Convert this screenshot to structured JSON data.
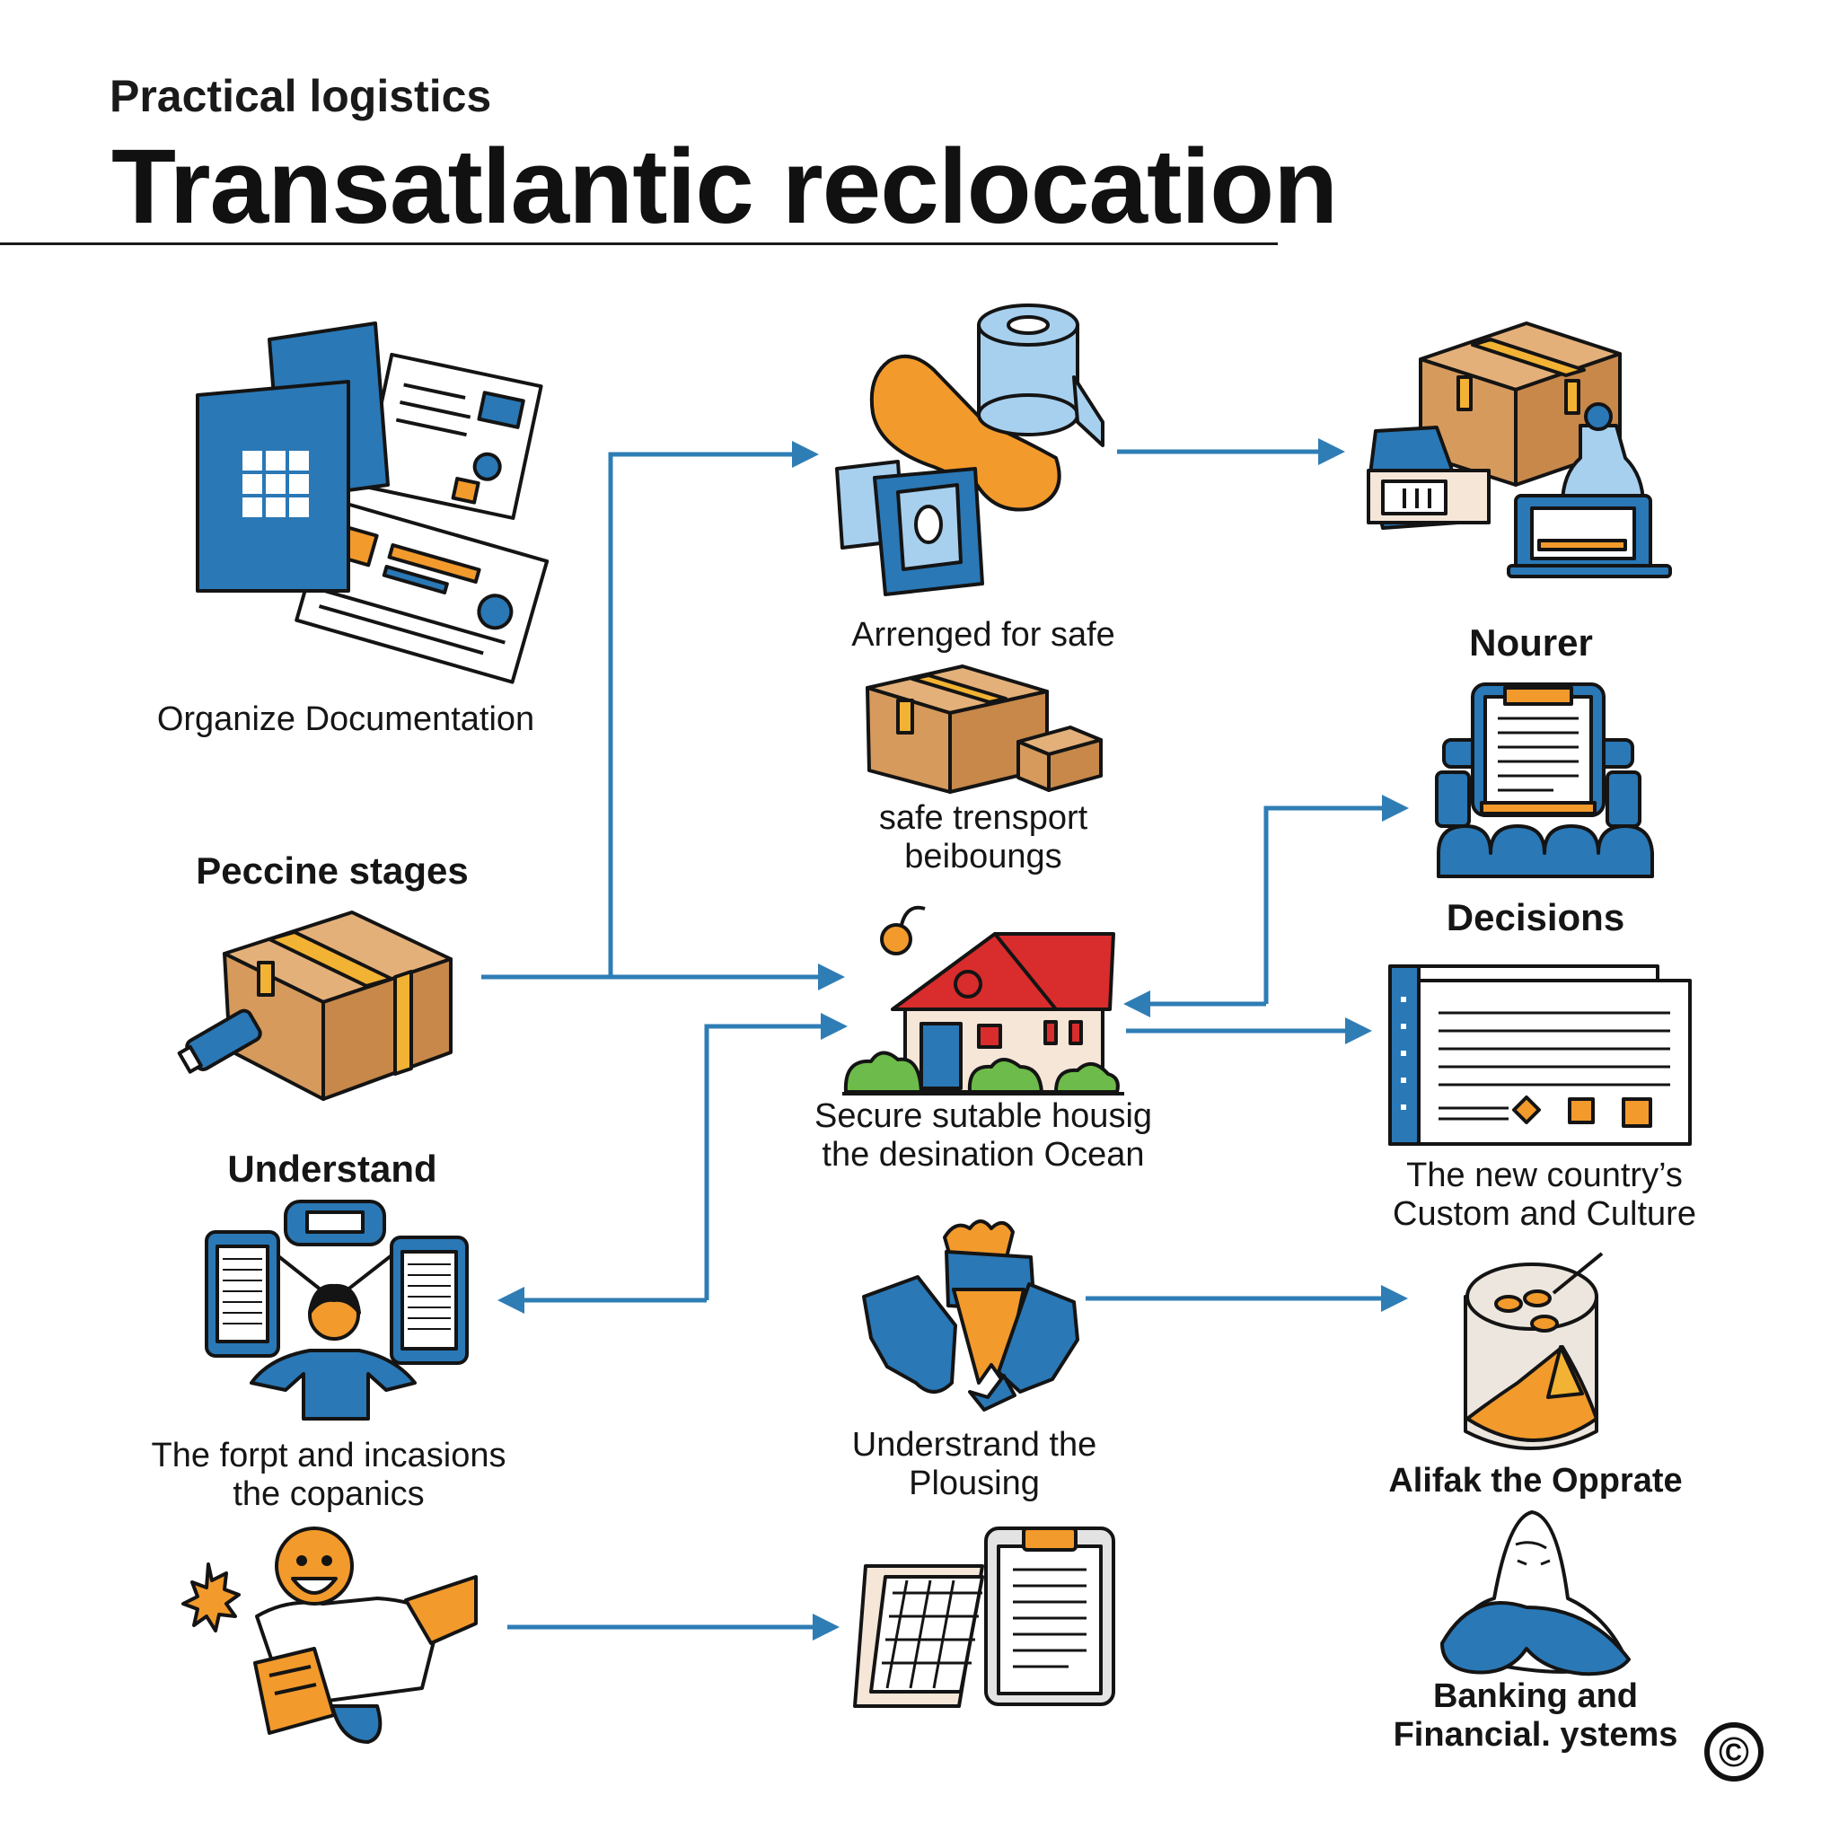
{
  "header": {
    "kicker": "Practical logistics",
    "title": "Transatlantic reclocation"
  },
  "labels": {
    "organize_documentation": "Organize Documentation",
    "peccine_stages": "Peccine stages",
    "understand": "Understand",
    "forpt_line1": "The forpt and incasions",
    "forpt_line2": "the copanics",
    "arrenged": "Arrenged for safe",
    "safe_transport_line1": "safe trensport",
    "safe_transport_line2": "beiboungs",
    "secure_housing_line1": "Secure sutable housig",
    "secure_housing_line2": "the desination Ocean",
    "understrand_line1": "Understrand the",
    "understrand_line2": "Plousing",
    "nourer": "Nourer",
    "decisions": "Decisions",
    "custom_line1": "The new country’s",
    "custom_line2": "Custom and Culture",
    "alifak": "Alifak the Opprate",
    "banking_line1": "Banking and",
    "banking_line2": "Financial. ystems"
  },
  "copyright_symbol": "©",
  "colors": {
    "blue": "#2a78b6",
    "orange": "#f29a2c",
    "kraft": "#d69a5c",
    "tape": "#f2b233",
    "red": "#d92c2c",
    "green": "#6dbb4a",
    "arrow": "#2f7db5",
    "outline": "#141414"
  },
  "icons": [
    "passport-documents-icon",
    "moving-box-icon",
    "person-devices-icon",
    "person-papers-icon",
    "packing-supplies-icon",
    "small-boxes-icon",
    "house-icon",
    "handshake-map-icon",
    "clipboard-calendar-icon",
    "shipping-items-icon",
    "tablet-decision-icon",
    "document-panel-icon",
    "coin-jar-icon",
    "bank-bust-icon"
  ]
}
